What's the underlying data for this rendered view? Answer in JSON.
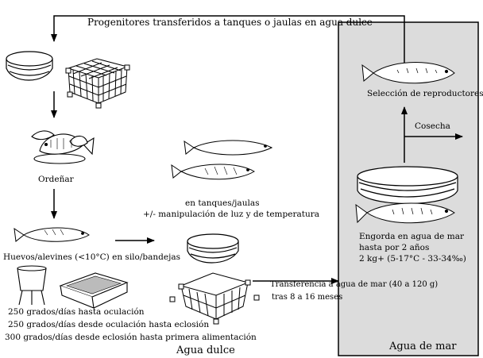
{
  "diagram": {
    "top_caption": "Progenitores transferidos a tanques o jaulas en agua dulce",
    "selection_label": "Selección de reproductores",
    "harvest_label": "Cosecha",
    "milking_label": "Ordeñar",
    "tanks_line1": "en tanques/jaulas",
    "tanks_line2": "+/- manipulación de luz y de temperatura",
    "eggs_label": "Huevos/alevines (<10°C) en silo/bandejas",
    "degree_days_1": "250 grados/días hasta oculación",
    "degree_days_2": "250 grados/días desde oculación hasta eclosión",
    "degree_days_3": "300 grados/días desde eclosión hasta primera alimentación",
    "fresh_water_label": "Agua dulce",
    "transfer_line1": "Transferencia a agua de mar (40 a 120 g)",
    "transfer_line2": "tras 8 a 16 meses",
    "grow_line1": "Engorda en agua de mar",
    "grow_line2": "hasta por 2 años",
    "grow_line3": "2 kg+ (5-17°C - 33-34‰)",
    "sea_water_label": "Agua de mar",
    "colors": {
      "sea_panel": "#dcdcdc",
      "ink": "#000000"
    }
  }
}
